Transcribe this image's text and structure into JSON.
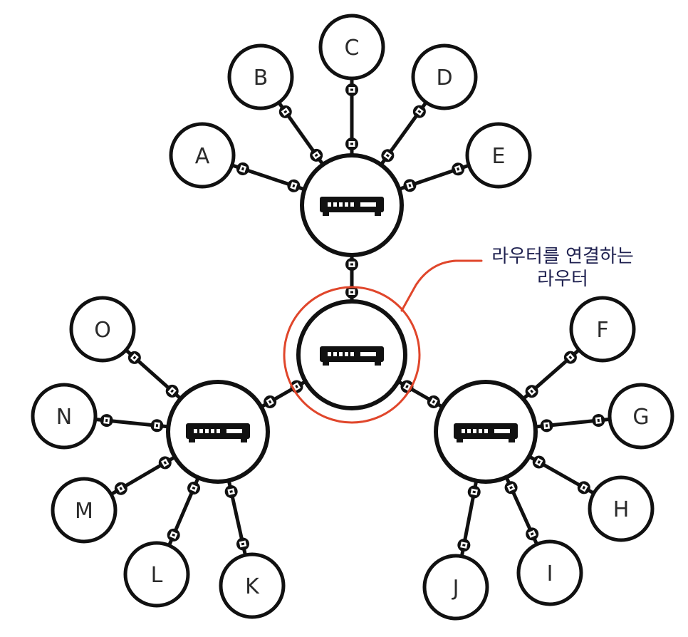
{
  "diagram": {
    "routers": [
      {
        "id": "top",
        "role": "hub"
      },
      {
        "id": "center",
        "role": "core",
        "highlighted": true
      },
      {
        "id": "left",
        "role": "hub"
      },
      {
        "id": "right",
        "role": "hub"
      }
    ],
    "hosts": [
      {
        "id": "A",
        "label": "A",
        "router": "top"
      },
      {
        "id": "B",
        "label": "B",
        "router": "top"
      },
      {
        "id": "C",
        "label": "C",
        "router": "top"
      },
      {
        "id": "D",
        "label": "D",
        "router": "top"
      },
      {
        "id": "E",
        "label": "E",
        "router": "top"
      },
      {
        "id": "F",
        "label": "F",
        "router": "right"
      },
      {
        "id": "G",
        "label": "G",
        "router": "right"
      },
      {
        "id": "H",
        "label": "H",
        "router": "right"
      },
      {
        "id": "I",
        "label": "I",
        "router": "right"
      },
      {
        "id": "J",
        "label": "J",
        "router": "right"
      },
      {
        "id": "K",
        "label": "K",
        "router": "left"
      },
      {
        "id": "L",
        "label": "L",
        "router": "left"
      },
      {
        "id": "M",
        "label": "M",
        "router": "left"
      },
      {
        "id": "N",
        "label": "N",
        "router": "left"
      },
      {
        "id": "O",
        "label": "O",
        "router": "left"
      }
    ],
    "router_links": [
      [
        "center",
        "top"
      ],
      [
        "center",
        "left"
      ],
      [
        "center",
        "right"
      ]
    ],
    "annotation": {
      "line1": "라우터를 연결하는",
      "line2": "라우터",
      "target": "center"
    },
    "colors": {
      "stroke": "#111111",
      "highlight": "#e0462b",
      "annotation_text": "#1f2150",
      "label_text": "#2b2b2b",
      "background": "#ffffff"
    },
    "icons": {
      "router": "router-icon",
      "connector": "connector-icon"
    }
  }
}
